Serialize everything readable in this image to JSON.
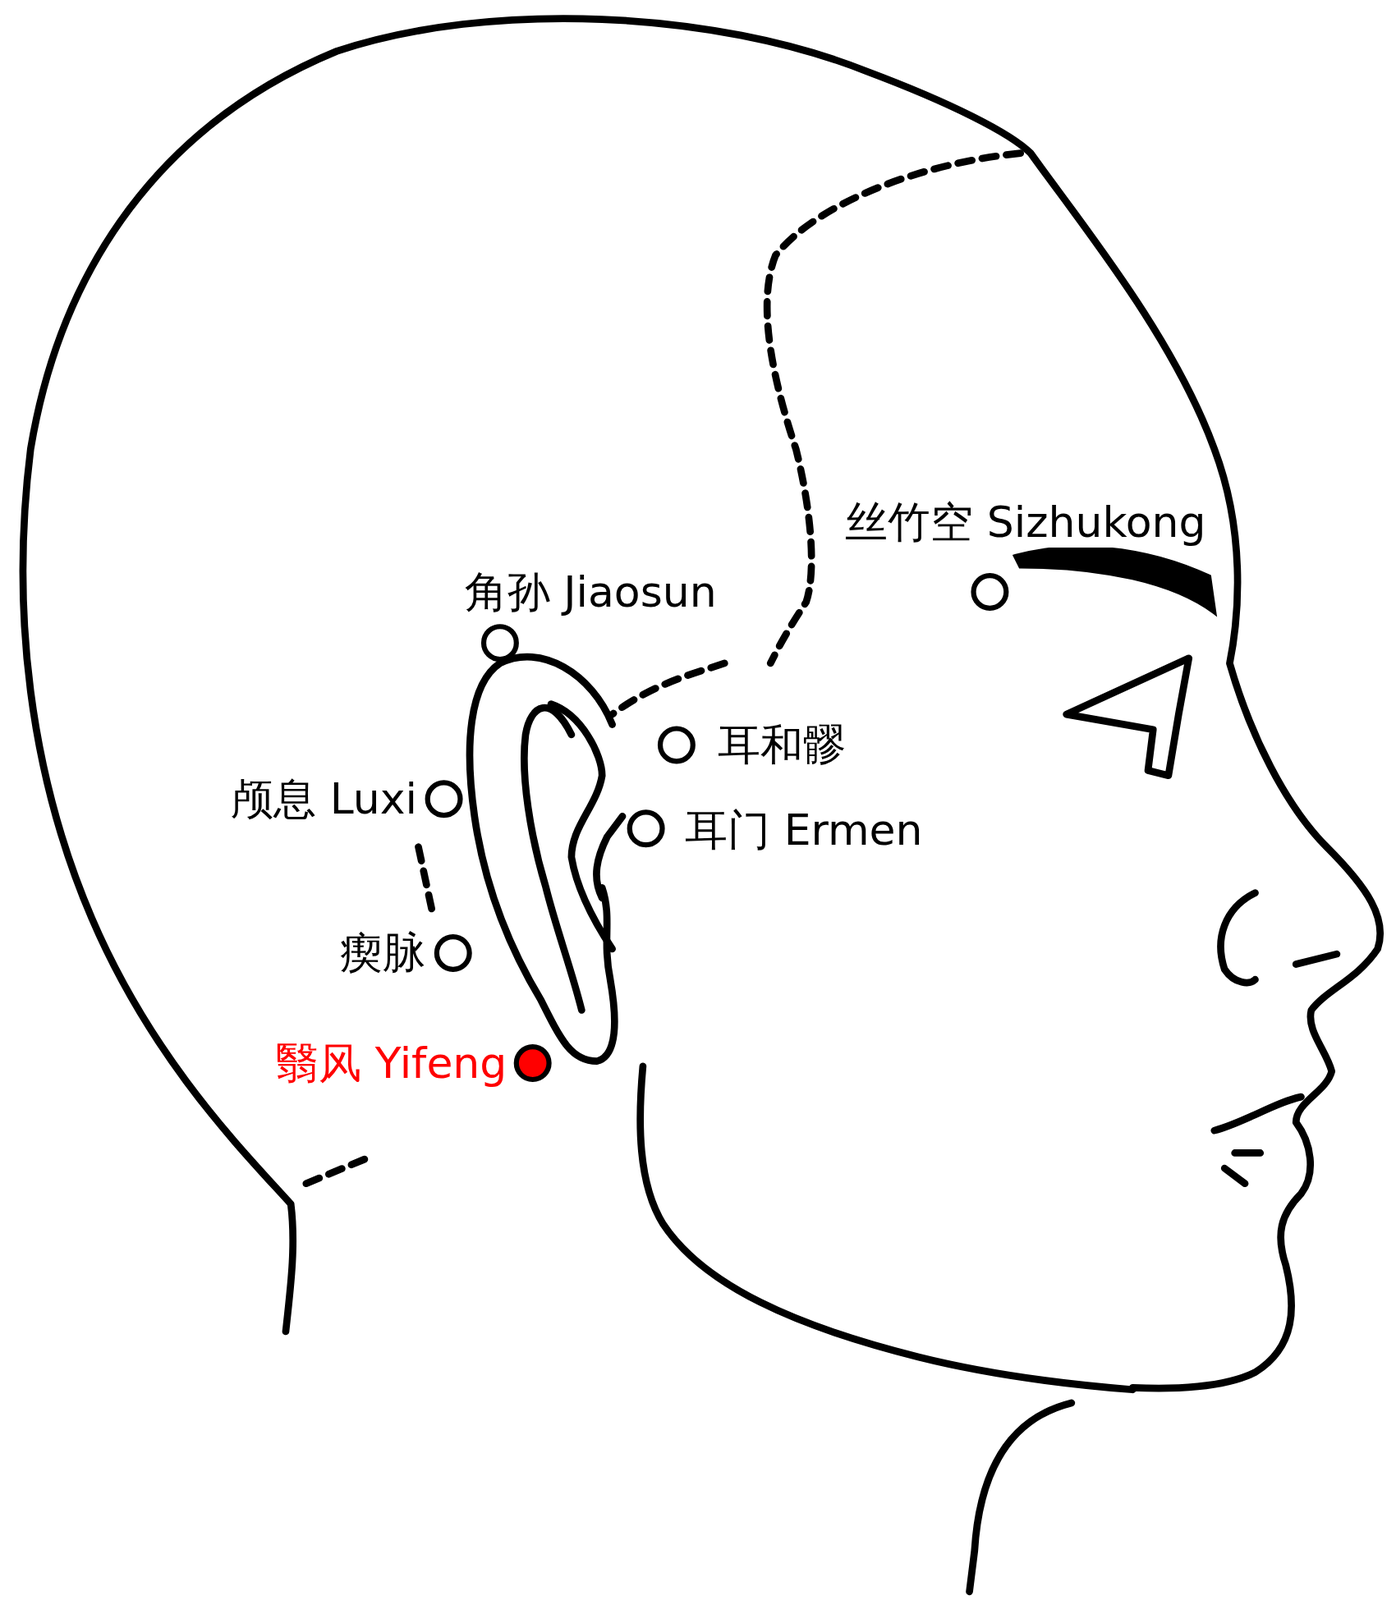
{
  "diagram": {
    "labels": [
      "丝竹空 Sizhukong",
      "角孙 Jiaosun",
      "耳和髎",
      "颅息 Luxi",
      "耳门 Ermen",
      "瘈脉",
      "翳风 Yifeng"
    ]
  }
}
